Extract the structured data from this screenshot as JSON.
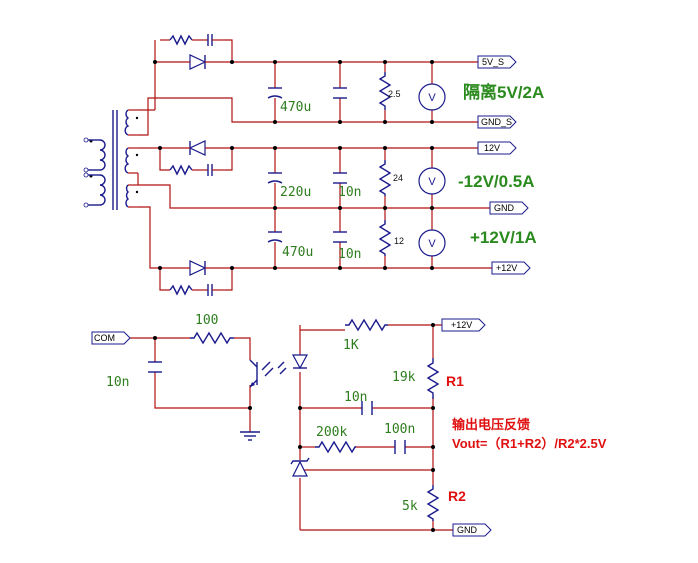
{
  "net_labels": {
    "n5v_s": "5V_S",
    "gnd_s": "GND_S",
    "n12v_neg": "12V",
    "gnd": "GND",
    "p12v": "+12V",
    "p12v_fb": "+12V",
    "com": "COM",
    "gnd_fb": "GND"
  },
  "values": {
    "c_470u_top": "470u",
    "c_220u": "220u",
    "c_10n_a": "10n",
    "c_470u_bot": "470u",
    "c_10n_b": "10n",
    "r_100": "100",
    "c_10n_com": "10n",
    "r_1k": "1K",
    "r_19k": "19k",
    "c_10n_fb": "10n",
    "r_200k": "200k",
    "c_100n": "100n",
    "r_5k": "5k"
  },
  "small_values": {
    "r_2_5": "2.5",
    "r_24": "24",
    "r_12": "12"
  },
  "annotations": {
    "iso_5v": "隔离5V/2A",
    "neg12": "-12V/0.5A",
    "pos12": "+12V/1A",
    "r1": "R1",
    "r2": "R2",
    "feedback_title": "输出电压反馈",
    "formula": "Vout=（R1+R2）/R2*2.5V"
  },
  "colors": {
    "wire": "#b01212",
    "component": "#1a1a8c",
    "value_text": "#2e7d1e",
    "annotation_red": "#e01010",
    "annotation_green": "#2b8a1e"
  }
}
